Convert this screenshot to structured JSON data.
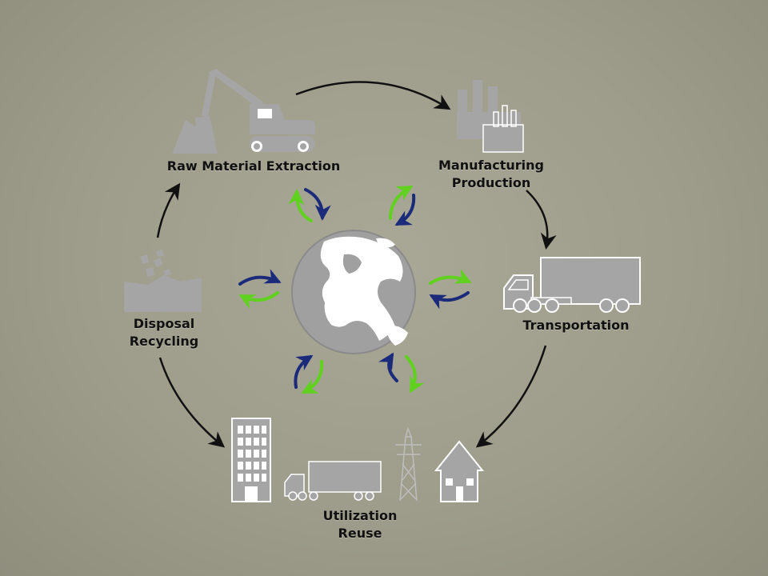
{
  "labels": {
    "raw_material": "Raw Material Extraction",
    "manufacturing_line1": "Manufacturing",
    "manufacturing_line2": "Production",
    "transportation": "Transportation",
    "utilization_line1": "Utilization",
    "utilization_line2": "Reuse",
    "disposal_line1": "Disposal",
    "disposal_line2": "Recycling"
  },
  "colors": {
    "background": "#9e9d8b",
    "icon_gray": "#a5a5a5",
    "icon_outline": "#ffffff",
    "cycle_arrow": "#111111",
    "exchange_blue": "#1c2a7a",
    "exchange_green": "#5fd11e",
    "globe_ocean": "#a0a0a0",
    "globe_land": "#ffffff"
  },
  "icons": {
    "raw_material": "excavator-icon",
    "manufacturing": "factory-icon",
    "transportation": "truck-icon",
    "utilization": [
      "building-icon",
      "truck-icon",
      "power-pylon-icon",
      "house-icon"
    ],
    "disposal": "rubble-pile-icon",
    "center": "globe-icon"
  }
}
